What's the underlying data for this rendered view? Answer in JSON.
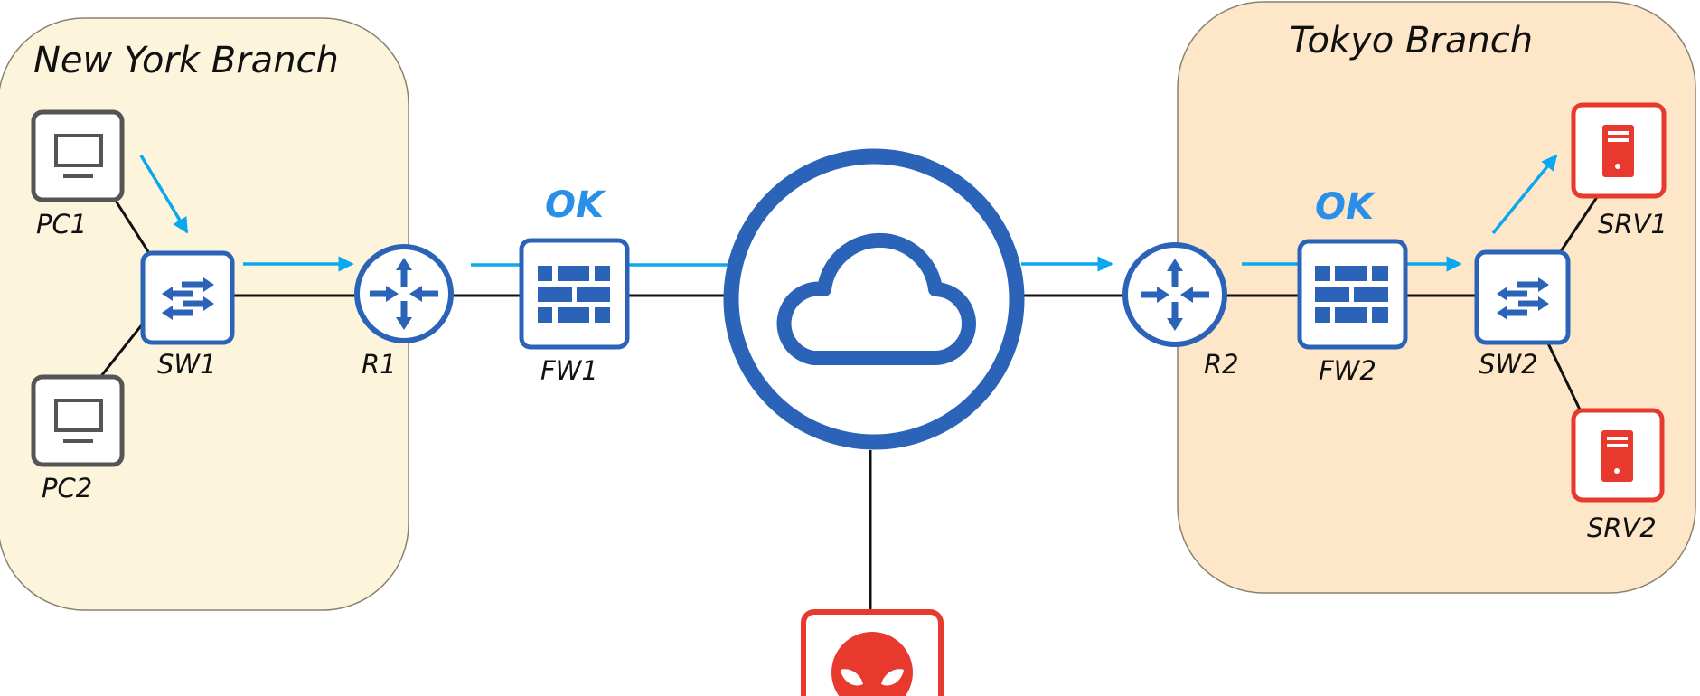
{
  "diagram": {
    "colors": {
      "device_blue": "#2b63b8",
      "flow_arrow": "#0aa8ef",
      "ok_text": "#2a8fe8",
      "pc_gray": "#555555",
      "server_red": "#e8392e",
      "link_black": "#111111",
      "ny_zone_fill": "#fdf4dc",
      "tokyo_zone_fill": "#fde7c8",
      "zone_border": "#8a8170"
    },
    "zones": [
      {
        "id": "ny",
        "title": "New York Branch"
      },
      {
        "id": "tokyo",
        "title": "Tokyo Branch"
      }
    ],
    "nodes": {
      "pc1": {
        "label": "PC1",
        "type": "pc",
        "icon": "monitor-icon"
      },
      "pc2": {
        "label": "PC2",
        "type": "pc",
        "icon": "monitor-icon"
      },
      "sw1": {
        "label": "SW1",
        "type": "switch",
        "icon": "switch-arrows-icon"
      },
      "r1": {
        "label": "R1",
        "type": "router",
        "icon": "router-arrows-icon"
      },
      "fw1": {
        "label": "FW1",
        "type": "firewall",
        "icon": "brick-wall-icon",
        "status": "OK"
      },
      "internet": {
        "label": "",
        "type": "cloud",
        "icon": "cloud-icon"
      },
      "r2": {
        "label": "R2",
        "type": "router",
        "icon": "router-arrows-icon"
      },
      "fw2": {
        "label": "FW2",
        "type": "firewall",
        "icon": "brick-wall-icon",
        "status": "OK"
      },
      "sw2": {
        "label": "SW2",
        "type": "switch",
        "icon": "switch-arrows-icon"
      },
      "srv1": {
        "label": "SRV1",
        "type": "server",
        "icon": "server-tower-icon"
      },
      "srv2": {
        "label": "SRV2",
        "type": "server",
        "icon": "server-tower-icon"
      },
      "attacker": {
        "label": "",
        "type": "attacker",
        "icon": "skull-hacker-icon"
      }
    },
    "links": [
      [
        "pc1",
        "sw1"
      ],
      [
        "pc2",
        "sw1"
      ],
      [
        "sw1",
        "r1"
      ],
      [
        "r1",
        "fw1"
      ],
      [
        "fw1",
        "internet"
      ],
      [
        "internet",
        "r2"
      ],
      [
        "r2",
        "fw2"
      ],
      [
        "fw2",
        "sw2"
      ],
      [
        "sw2",
        "srv1"
      ],
      [
        "sw2",
        "srv2"
      ],
      [
        "internet",
        "attacker"
      ]
    ],
    "traffic_flow": [
      "pc1",
      "sw1",
      "r1",
      "fw1",
      "internet",
      "r2",
      "fw2",
      "sw2",
      "srv1"
    ]
  }
}
